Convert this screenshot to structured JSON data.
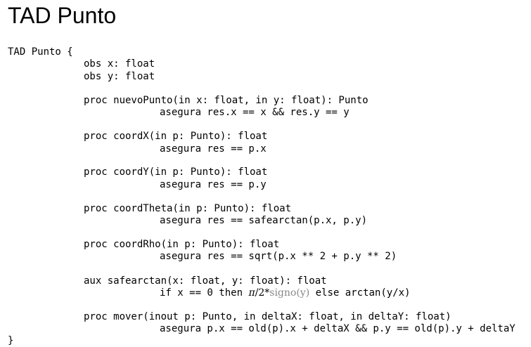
{
  "title": "TAD Punto",
  "code": {
    "open": "TAD Punto {",
    "obs_x": "obs x: float",
    "obs_y": "obs y: float",
    "nuevo_sig": "proc nuevoPunto(in x: float, in y: float): Punto",
    "nuevo_ens": "asegura res.x == x && res.y == y",
    "coordx_sig": "proc coordX(in p: Punto): float",
    "coordx_ens": "asegura res == p.x",
    "coordy_sig": "proc coordY(in p: Punto): float",
    "coordy_ens": "asegura res == p.y",
    "theta_sig": "proc coordTheta(in p: Punto): float",
    "theta_ens": "asegura res == safearctan(p.x, p.y)",
    "rho_sig": "proc coordRho(in p: Punto): float",
    "rho_ens": "asegura res == sqrt(p.x ** 2 + p.y ** 2)",
    "aux_sig": "aux safearctan(x: float, y: float): float",
    "aux_if": "if x == 0 then ",
    "aux_math_pi": "π",
    "aux_math_rest": "/2*",
    "aux_math_fn": "signo(y)",
    "aux_else": " else arctan(y/x)",
    "mover_sig": "proc mover(inout p: Punto, in deltaX: float, in deltaY: float)",
    "mover_ens": "asegura p.x == old(p).x + deltaX && p.y == old(p).y + deltaY",
    "close": "}"
  }
}
